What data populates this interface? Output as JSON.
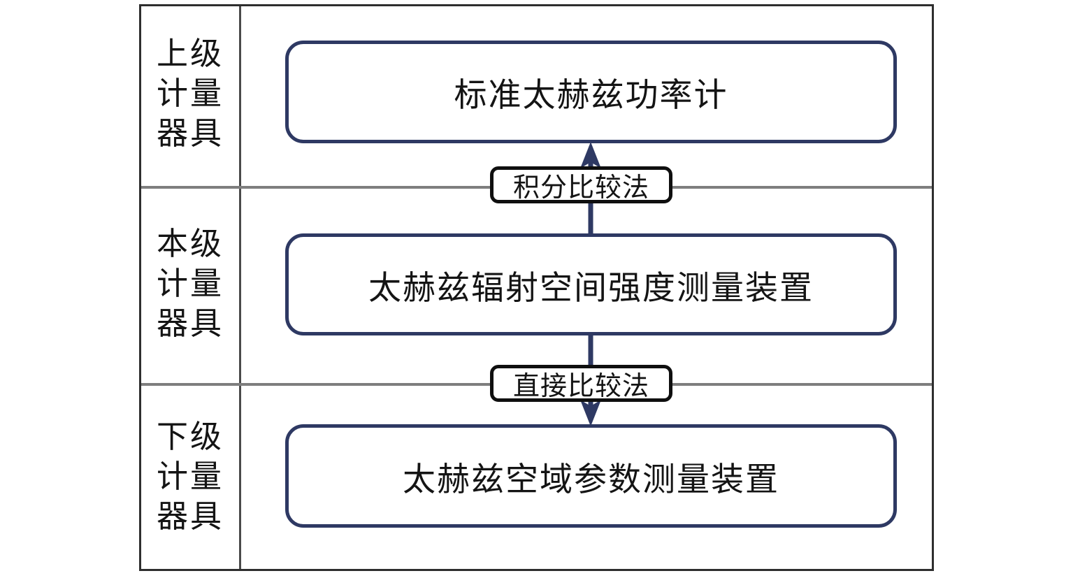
{
  "diagram": {
    "rows": [
      {
        "label_lines": [
          "上级",
          "计量",
          "器具"
        ],
        "node_label": "标准太赫兹功率计"
      },
      {
        "label_lines": [
          "本级",
          "计量",
          "器具"
        ],
        "node_label": "太赫兹辐射空间强度测量装置"
      },
      {
        "label_lines": [
          "下级",
          "计量",
          "器具"
        ],
        "node_label": "太赫兹空域参数测量装置"
      }
    ],
    "connectors": [
      {
        "label": "积分比较法",
        "direction": "up"
      },
      {
        "label": "直接比较法",
        "direction": "down"
      }
    ],
    "colors": {
      "node_border": "#2e3963",
      "arrow": "#2e3963",
      "badge_border": "#0f0f0f",
      "table_border": "#2e2e2e",
      "divider": "#7e7e7e",
      "col_divider": "#4a4a4a",
      "text": "#141414",
      "background": "#ffffff"
    }
  }
}
